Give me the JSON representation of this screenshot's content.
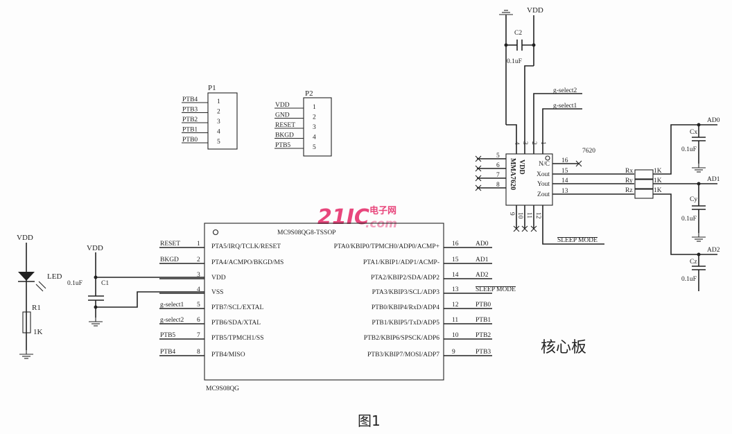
{
  "figure_caption": "图1",
  "board_label": "核心板",
  "watermark": {
    "brand": "21IC",
    "cn": "电子网",
    "domain": ".com",
    "color": "#e8467c"
  },
  "p1": {
    "ref": "P1",
    "nets": [
      "PTB4",
      "PTB3",
      "PTB2",
      "PTB1",
      "PTB0"
    ],
    "pins": [
      "1",
      "2",
      "3",
      "4",
      "5"
    ]
  },
  "p2": {
    "ref": "P2",
    "nets": [
      "VDD",
      "GND",
      "RESET",
      "BKGD",
      "PTB5"
    ],
    "pins": [
      "1",
      "2",
      "3",
      "4",
      "5"
    ]
  },
  "led_circuit": {
    "supply": "VDD",
    "led": "LED",
    "resistor": "R1",
    "resistor_value": "1K"
  },
  "decoupling": {
    "supply": "VDD",
    "cap": "C1",
    "cap_value": "0.1uF"
  },
  "mcu": {
    "title": "MC9S08QG8-TSSOP",
    "part": "MC9S08QG",
    "left_pins": [
      {
        "net": "RESET",
        "num": "1",
        "name": "PTA5/IRQ/TCLK/RESET"
      },
      {
        "net": "BKGD",
        "num": "2",
        "name": "PTA4/ACMPO/BKGD/MS"
      },
      {
        "net": "",
        "num": "3",
        "name": "VDD"
      },
      {
        "net": "",
        "num": "4",
        "name": "VSS"
      },
      {
        "net": "g-select1",
        "num": "5",
        "name": "PTB7/SCL/EXTAL"
      },
      {
        "net": "g-select2",
        "num": "6",
        "name": "PTB6/SDA/XTAL"
      },
      {
        "net": "PTB5",
        "num": "7",
        "name": "PTB5/TPMCH1/SS"
      },
      {
        "net": "PTB4",
        "num": "8",
        "name": "PTB4/MISO"
      }
    ],
    "right_pins": [
      {
        "net": "AD0",
        "num": "16",
        "name": "PTA0/KBIP0/TPMCH0/ADP0/ACMP+"
      },
      {
        "net": "AD1",
        "num": "15",
        "name": "PTA1/KBIP1/ADP1/ACMP-"
      },
      {
        "net": "AD2",
        "num": "14",
        "name": "PTA2/KBIP2/SDA/ADP2"
      },
      {
        "net": "SLEEP MODE",
        "num": "13",
        "name": "PTA3/KBIP3/SCL/ADP3"
      },
      {
        "net": "PTB0",
        "num": "12",
        "name": "PTB0/KBIP4/RxD/ADP4"
      },
      {
        "net": "PTB1",
        "num": "11",
        "name": "PTB1/KBIP5/TxD/ADP5"
      },
      {
        "net": "PTB2",
        "num": "10",
        "name": "PTB2/KBIP6/SPSCK/ADP6"
      },
      {
        "net": "PTB3",
        "num": "9",
        "name": "PTB3/KBIP7/MOSI/ADP7"
      }
    ]
  },
  "accel": {
    "ref": "7620",
    "body_label": "MMA7620",
    "vdd_label": "VDD",
    "supply": "VDD",
    "cap": "C2",
    "cap_value": "0.1uF",
    "left_pins": [
      "5",
      "6",
      "7",
      "8"
    ],
    "top_pins": [
      "4",
      "3",
      "2",
      "1"
    ],
    "bottom_pins": [
      "9",
      "10",
      "11",
      "12"
    ],
    "right_pins": [
      {
        "num": "16",
        "name": "N/C"
      },
      {
        "num": "15",
        "name": "Xout"
      },
      {
        "num": "14",
        "name": "Yout"
      },
      {
        "num": "13",
        "name": "Zout"
      }
    ],
    "nets": {
      "gsel2": "g-select2",
      "gsel1": "g-select1",
      "sleep": "SLEEP MODE"
    },
    "resistors": [
      {
        "ref": "Rx",
        "value": "1K"
      },
      {
        "ref": "Ry",
        "value": "1K"
      },
      {
        "ref": "Rz",
        "value": "1K"
      }
    ],
    "filter_caps": [
      {
        "ref": "Cx",
        "value": "0.1uF",
        "net": "AD0"
      },
      {
        "ref": "Cy",
        "value": "0.1uF",
        "net": "AD1"
      },
      {
        "ref": "Cz",
        "value": "0.1uF",
        "net": "AD2"
      }
    ]
  }
}
